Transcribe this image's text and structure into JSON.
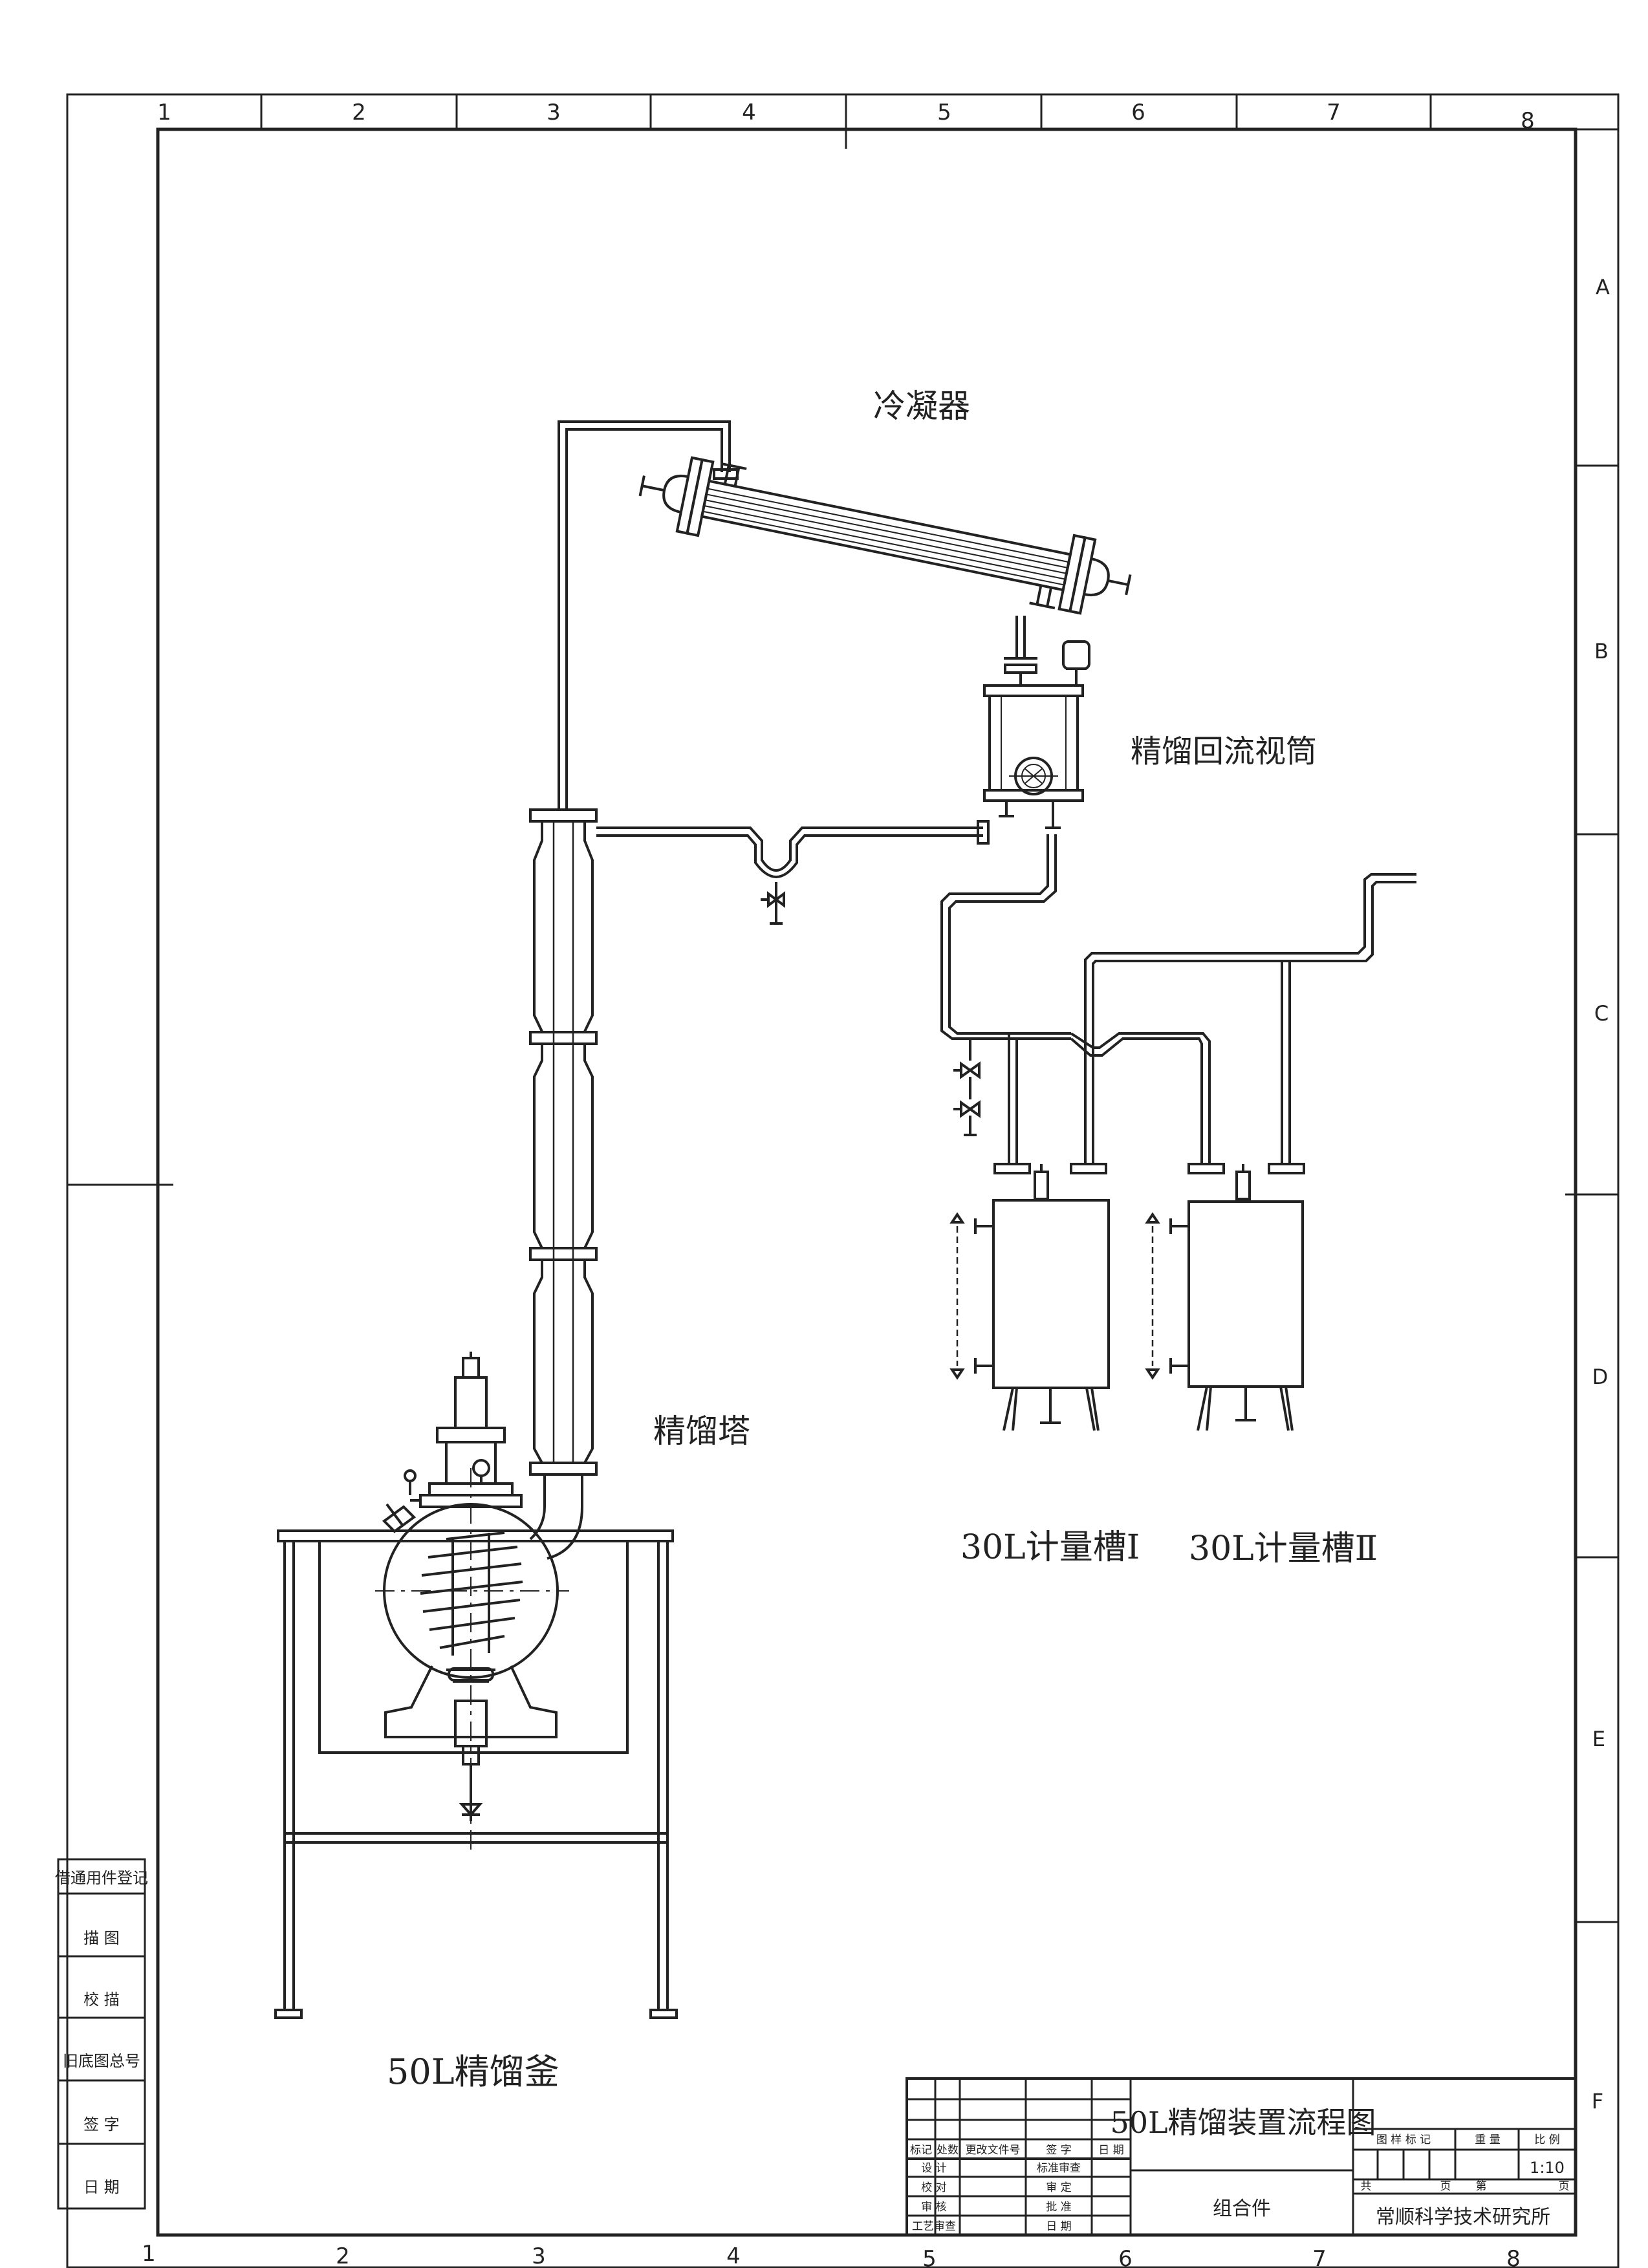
{
  "drawing": {
    "title": "50L精馏装置流程图",
    "organization": "常顺科学技术研究所",
    "part_type": "组合件",
    "scale": "1:10"
  },
  "labels": {
    "condenser": "冷凝器",
    "reflux_sight_glass": "精馏回流视筒",
    "column": "精馏塔",
    "tank1": "30L计量槽Ⅰ",
    "tank2": "30L计量槽Ⅱ",
    "still": "50L精馏釜"
  },
  "grid": {
    "cols_top": [
      "1",
      "2",
      "3",
      "4",
      "5",
      "6",
      "7",
      "8"
    ],
    "cols_bottom": [
      "1",
      "2",
      "3",
      "4",
      "5",
      "6",
      "7",
      "8"
    ],
    "rows_right": [
      "A",
      "B",
      "C",
      "D",
      "E",
      "F"
    ]
  },
  "left_block": [
    "借通用件登记",
    "描  图",
    "校  描",
    "旧底图总号",
    "签  字",
    "日  期"
  ],
  "title_block": {
    "rev_headers": [
      "标记",
      "处数",
      "更改文件号",
      "签  字",
      "日  期"
    ],
    "roles_left": [
      "设  计",
      "校  对",
      "审  核",
      "工艺审查"
    ],
    "roles_right": [
      "标准审查",
      "审  定",
      "批  准",
      "日  期"
    ],
    "right_headers": [
      "图 样 标 记",
      "重  量",
      "比  例"
    ],
    "sheet_count": [
      "共",
      "页",
      "第",
      "页"
    ]
  }
}
